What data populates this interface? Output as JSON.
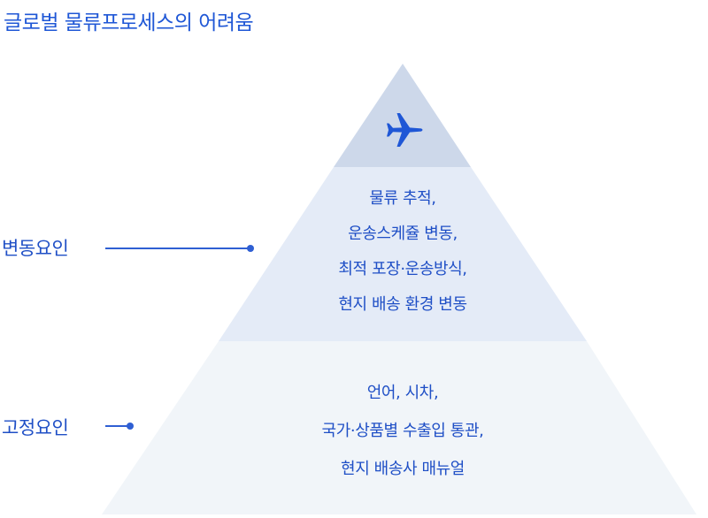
{
  "title": "글로벌 물류프로세스의 어려움",
  "pyramid": {
    "top": {
      "icon": "airplane-icon"
    },
    "middle": {
      "lines": [
        "물류 추적,",
        "운송스케쥴 변동,",
        "최적 포장·운송방식,",
        "현지 배송 환경 변동"
      ]
    },
    "bottom": {
      "lines": [
        "언어, 시차,",
        "국가·상품별 수출입 통관,",
        "현지 배송사 매뉴얼"
      ]
    }
  },
  "labels": {
    "variable": "변동요인",
    "fixed": "고정요인"
  },
  "colors": {
    "accent": "#1f57d6",
    "tier_top": "#cdd8ea",
    "tier_middle": "#e4ebf7",
    "tier_bottom": "#f1f5f9"
  }
}
